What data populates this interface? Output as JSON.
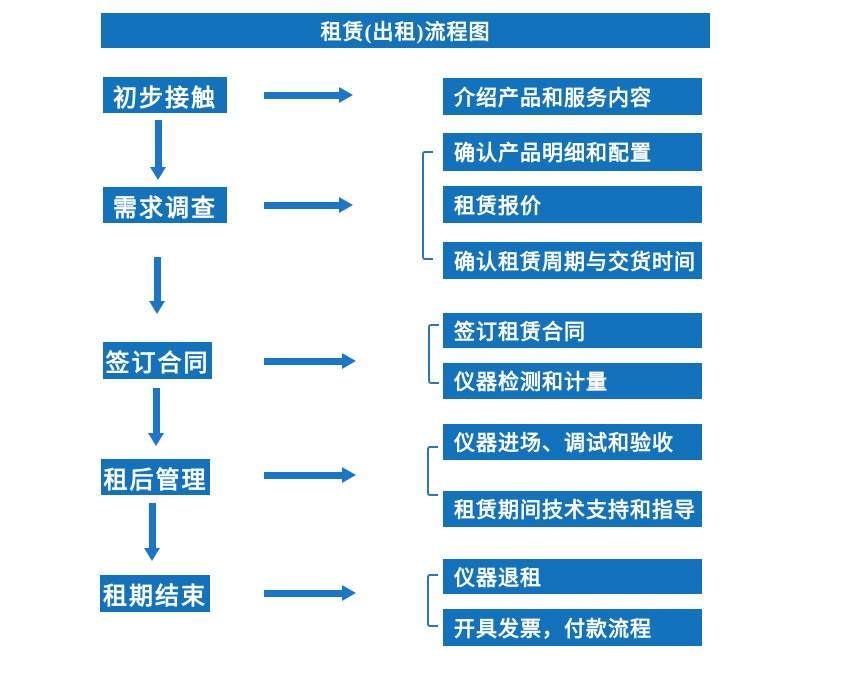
{
  "title": "租赁(出租)流程图",
  "colors": {
    "box_blue": "#1272BC",
    "arrow_blue": "#1B76C9",
    "bracket_blue": "#2E75B5",
    "text_white": "#FFFFFF",
    "background": "#FFFFFF"
  },
  "steps": [
    {
      "label": "初步接触",
      "details": [
        "介绍产品和服务内容"
      ]
    },
    {
      "label": "需求调查",
      "details": [
        "确认产品明细和配置",
        "租赁报价",
        "确认租赁周期与交货时间"
      ]
    },
    {
      "label": "签订合同",
      "details": [
        "签订租赁合同",
        "仪器检测和计量"
      ]
    },
    {
      "label": "租后管理",
      "details": [
        "仪器进场、调试和验收",
        "租赁期间技术支持和指导"
      ]
    },
    {
      "label": "租期结束",
      "details": [
        "仪器退租",
        "开具发票，付款流程"
      ]
    }
  ]
}
